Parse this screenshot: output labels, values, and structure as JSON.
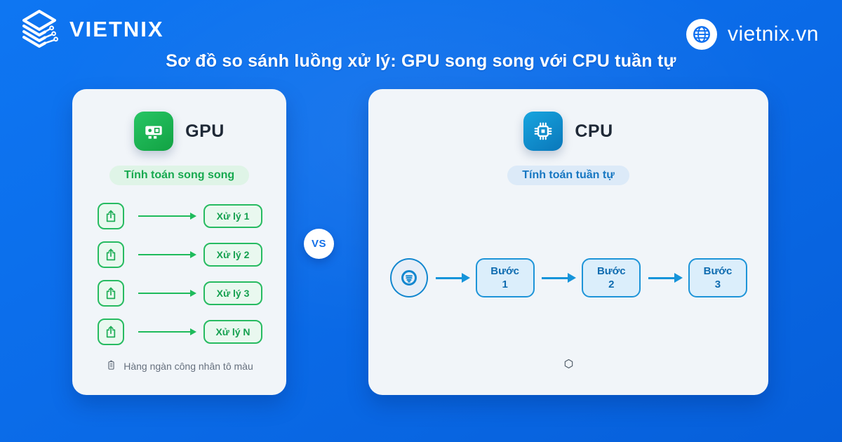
{
  "header": {
    "brand": "VIETNIX",
    "title": "Sơ đồ so sánh luồng xử lý: GPU song song với CPU tuần tự",
    "site_url": "vietnix.vn"
  },
  "comparison": {
    "vs_label": "VS"
  },
  "gpu": {
    "title": "GPU",
    "badge": "Tính toán song song",
    "rows": [
      "Xử lý 1",
      "Xử lý 2",
      "Xử lý 3",
      "Xử lý N"
    ],
    "footer": "Hàng ngàn công nhân tô màu"
  },
  "cpu": {
    "title": "CPU",
    "badge": "Tính toán tuần tự",
    "steps": [
      {
        "label": "Bước",
        "num": "1"
      },
      {
        "label": "Bước",
        "num": "2"
      },
      {
        "label": "Bước",
        "num": "3"
      }
    ]
  },
  "icons": {
    "brand": "stacked-layers-icon",
    "site": "globe-icon",
    "gpu": "gpu-chip-icon",
    "gpu_row": "share-upload-icon",
    "gpu_footer": "memory-module-icon",
    "cpu": "cpu-chip-icon",
    "cpu_start": "task-queue-icon",
    "cpu_footer": "hexagon-icon"
  },
  "colors": {
    "background_blue": "#0b6ce9",
    "card_bg": "#f1f5f9",
    "gpu_green": "#1fbb5c",
    "gpu_green_dark": "#14a04f",
    "gpu_badge_bg": "#dff4e7",
    "cpu_blue": "#1694da",
    "cpu_blue_dark": "#0f6cb0",
    "cpu_badge_bg": "#dceaf8",
    "vs_text": "#1470e8",
    "heading_dark": "#1f2937",
    "muted_gray": "#66707e"
  }
}
